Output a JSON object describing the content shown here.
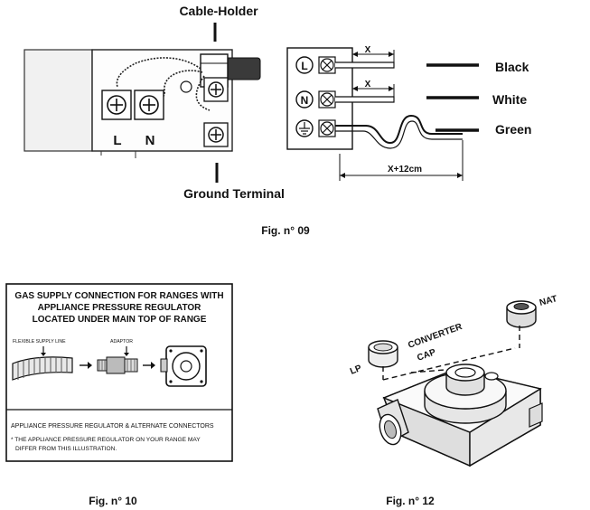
{
  "fig09": {
    "cable_holder": "Cable-Holder",
    "ground_terminal": "Ground Terminal",
    "terminal_l": "L",
    "terminal_n": "N",
    "symbol_l": "L",
    "symbol_n": "N",
    "dim_x_top": "X",
    "dim_x_mid": "X",
    "dim_x12": "X+12cm",
    "wire_black": "Black",
    "wire_white": "White",
    "wire_green": "Green",
    "caption": "Fig. n° 09"
  },
  "fig10": {
    "title_line1": "GAS SUPPLY CONNECTION FOR RANGES WITH",
    "title_line2": "APPLIANCE PRESSURE REGULATOR",
    "title_line3": "LOCATED UNDER MAIN TOP OF RANGE",
    "flexible_label": "FLEXIBLE SUPPLY LINE",
    "adaptor_label": "ADAPTOR",
    "footer_line1": "APPLIANCE PRESSURE REGULATOR & ALTERNATE CONNECTORS",
    "footer_line2": "* THE APPLIANCE PRESSURE REGULATOR ON YOUR RANGE MAY",
    "footer_line3": "DIFFER FROM THIS ILLUSTRATION.",
    "caption": "Fig. n° 10"
  },
  "fig12": {
    "lp": "LP",
    "converter": "CONVERTER",
    "cap": "CAP",
    "nat": "NAT",
    "caption": "Fig. n° 12"
  }
}
